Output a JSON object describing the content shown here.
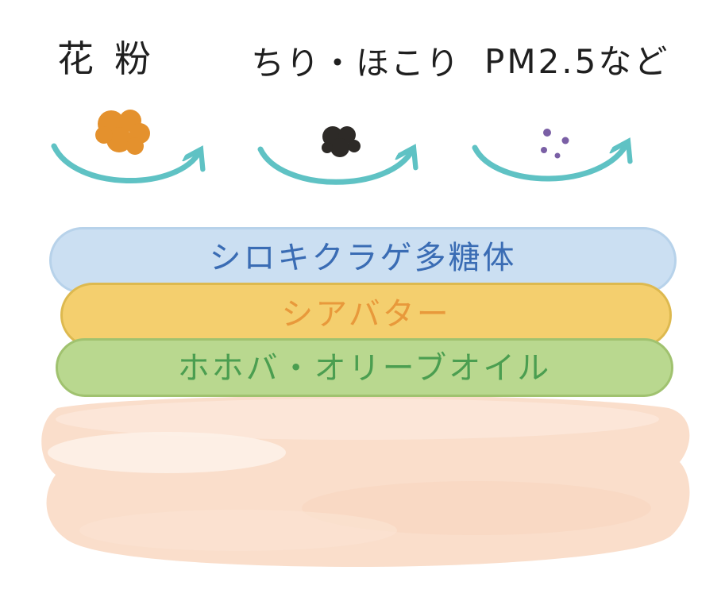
{
  "particles": [
    {
      "label": "花粉",
      "icon": "pollen-blob-icon",
      "color": "#e4912d"
    },
    {
      "label": "ちり・ほこり",
      "icon": "dust-blob-icon",
      "color": "#2d2a27"
    },
    {
      "label": "PM2.5など",
      "icon": "pm25-dots-icon",
      "color": "#7a5fa5"
    }
  ],
  "arrows": {
    "color": "#5fc2c4",
    "count": 3
  },
  "layers": [
    {
      "label": "シロキクラゲ多糖体",
      "fill": "#cbdff2",
      "text_color": "#3a6cb4"
    },
    {
      "label": "シアバター",
      "fill": "#f4cf6e",
      "text_color": "#e8993b"
    },
    {
      "label": "ホホバ・オリーブオイル",
      "fill": "#b9d88f",
      "text_color": "#4b9e50"
    }
  ],
  "skin": {
    "fill": "#fadecb"
  }
}
